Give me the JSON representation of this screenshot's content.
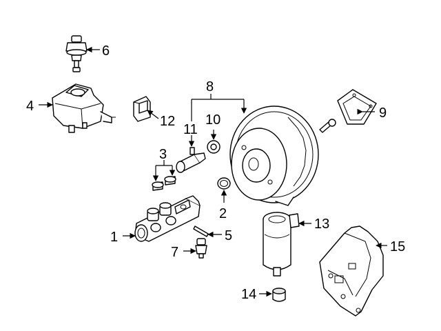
{
  "callouts": {
    "c1": "1",
    "c2": "2",
    "c3": "3",
    "c4": "4",
    "c5": "5",
    "c6": "6",
    "c7": "7",
    "c8": "8",
    "c9": "9",
    "c10": "10",
    "c11": "11",
    "c12": "12",
    "c13": "13",
    "c14": "14",
    "c15": "15"
  },
  "colors": {
    "line": "#000000",
    "background": "#ffffff",
    "shade": "#e6e6e6"
  }
}
